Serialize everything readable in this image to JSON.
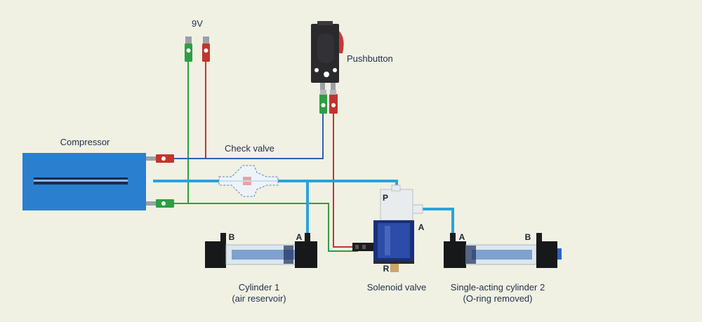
{
  "labels": {
    "voltage": "9V",
    "pushbutton": "Pushbutton",
    "compressor": "Compressor",
    "check_valve": "Check valve",
    "cylinder1_line1": "Cylinder 1",
    "cylinder1_line2": "(air reservoir)",
    "solenoid_valve": "Solenoid valve",
    "cylinder2_line1": "Single-acting cylinder 2",
    "cylinder2_line2": "(O-ring removed)"
  },
  "ports": {
    "cyl1_b": "B",
    "cyl1_a": "A",
    "valve_p": "P",
    "valve_a": "A",
    "valve_r": "R",
    "cyl2_a": "A",
    "cyl2_b": "B"
  },
  "colors": {
    "background": "#f0f1e3",
    "air_line": "#29a3dc",
    "wire_positive": "#c0362c",
    "wire_negative": "#2e9e43",
    "wire_signal": "#2f5fb5",
    "compressor_body": "#2a7fce"
  }
}
